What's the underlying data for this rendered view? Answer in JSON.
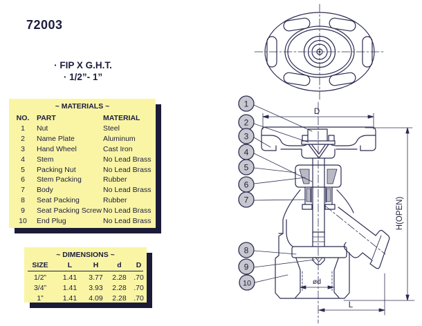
{
  "page_title": "72003",
  "subtitle_lines": [
    "· FIP X G.H.T.",
    "· 1/2”- 1”"
  ],
  "materials_table": {
    "title": "~ MATERIALS ~",
    "headers": [
      "NO.",
      "PART",
      "MATERIAL"
    ],
    "rows": [
      [
        "1",
        "Nut",
        "Steel"
      ],
      [
        "2",
        "Name Plate",
        "Aluminum"
      ],
      [
        "3",
        "Hand Wheel",
        "Cast Iron"
      ],
      [
        "4",
        "Stem",
        "No Lead Brass"
      ],
      [
        "5",
        "Packing Nut",
        "No Lead Brass"
      ],
      [
        "6",
        "Stem Packing",
        "Rubber"
      ],
      [
        "7",
        "Body",
        "No Lead Brass"
      ],
      [
        "8",
        "Seat Packing",
        "Rubber"
      ],
      [
        "9",
        "Seat Packing Screw",
        "No Lead Brass"
      ],
      [
        "10",
        "End Plug",
        "No Lead Brass"
      ]
    ]
  },
  "dimensions_table": {
    "title": "~ DIMENSIONS ~",
    "headers": [
      "SIZE",
      "L",
      "H",
      "d",
      "D"
    ],
    "rows": [
      [
        "1/2”",
        "1.41",
        "3.77",
        "2.28",
        ".70"
      ],
      [
        "3/4”",
        "1.41",
        "3.93",
        "2.28",
        ".70"
      ],
      [
        "1”",
        "1.41",
        "4.09",
        "2.28",
        ".70"
      ]
    ]
  },
  "drawing": {
    "callouts": [
      "1",
      "2",
      "3",
      "4",
      "5",
      "6",
      "7",
      "8",
      "9",
      "10"
    ],
    "dimension_labels": {
      "width": "D",
      "height": "H(OPEN)",
      "length": "L",
      "bore": "ød"
    }
  },
  "colors": {
    "table_bg": "#f9f5a5",
    "shadow": "#1b1b38",
    "ink": "#2b2b52"
  }
}
